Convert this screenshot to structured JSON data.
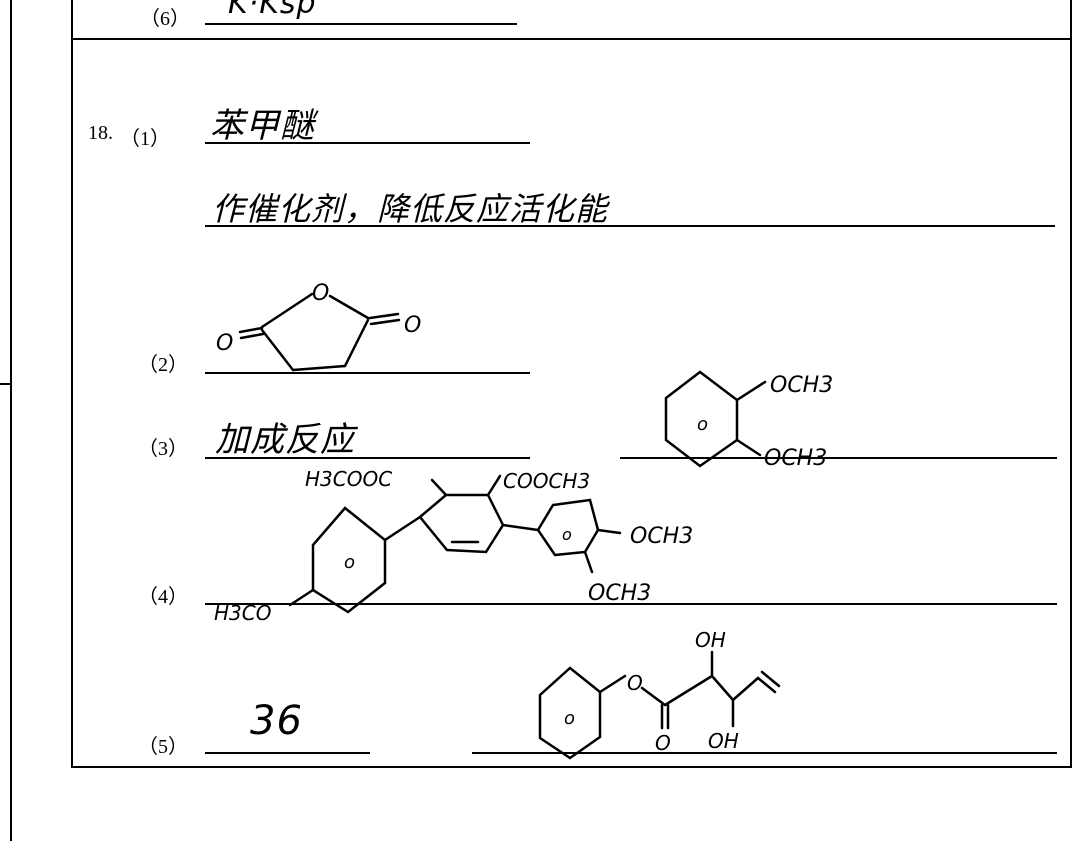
{
  "q17": {
    "item6_label": "（6）",
    "item6_answer": "K·Ksp"
  },
  "q18": {
    "number": "18.",
    "item1_label": "（1）",
    "item1_answer": "苯甲醚",
    "item1_answer2": "作催化剂，降低反应活化能",
    "item2_label": "（2）",
    "item2_structure": {
      "atom_o_left": "O",
      "atom_o_ring": "O",
      "atom_o_right": "O"
    },
    "item3_label": "（3）",
    "item3_answer": "加成反应",
    "item3_structure": {
      "ring_mark": "o",
      "sub1": "OCH3",
      "sub2": "OCH3"
    },
    "item4_label": "（4）",
    "item4_structure": {
      "ring_mark_left": "o",
      "ring_mark_right": "o",
      "sub_left": "H3CO",
      "ester_left": "H3COOC",
      "ester_right": "COOCH3",
      "sub_right1": "OCH3",
      "sub_right2": "OCH3"
    },
    "item5_label": "（5）",
    "item5_answer": "36",
    "item5_structure": {
      "ring_mark": "o",
      "ester_o": "O",
      "carbonyl_o": "O",
      "oh_top": "OH",
      "oh_bottom": "OH"
    }
  }
}
